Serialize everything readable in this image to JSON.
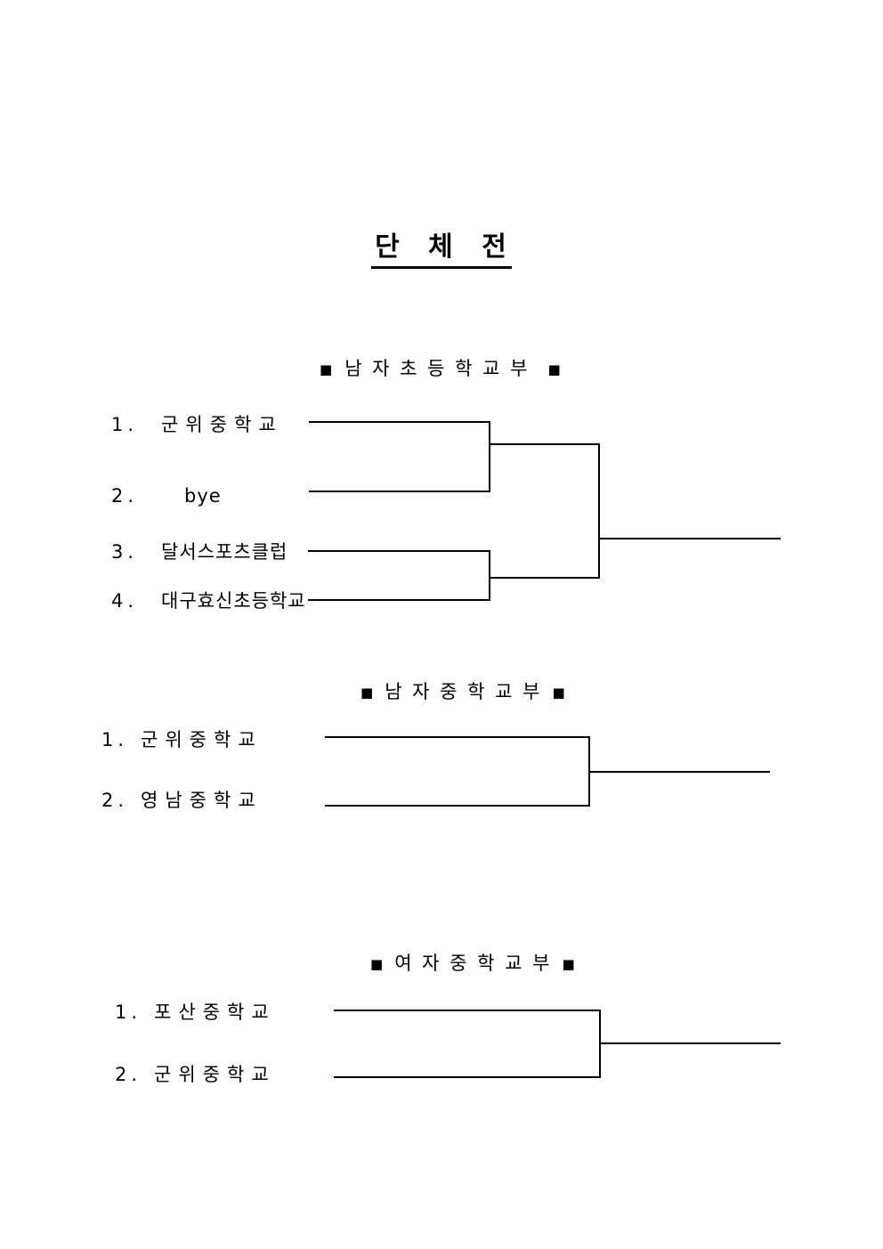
{
  "document": {
    "title": "단 체 전"
  },
  "icons": {
    "square_bullet": "■"
  },
  "colors": {
    "ink": "#000000",
    "paper": "#ffffff"
  },
  "brackets": [
    {
      "header": "남 자 초 등 학 교 부",
      "entries": [
        {
          "no": "1.",
          "name": "군위중학교"
        },
        {
          "no": "2.",
          "name": "bye"
        },
        {
          "no": "3.",
          "name": "달서스포츠클럽"
        },
        {
          "no": "4.",
          "name": "대구효신초등학교"
        }
      ]
    },
    {
      "header": "남 자 중 학 교 부",
      "entries": [
        {
          "no": "1.",
          "name": "군위중학교"
        },
        {
          "no": "2.",
          "name": "영남중학교"
        }
      ]
    },
    {
      "header": "여 자 중 학 교 부",
      "entries": [
        {
          "no": "1.",
          "name": "포산중학교"
        },
        {
          "no": "2.",
          "name": "군위중학교"
        }
      ]
    }
  ]
}
